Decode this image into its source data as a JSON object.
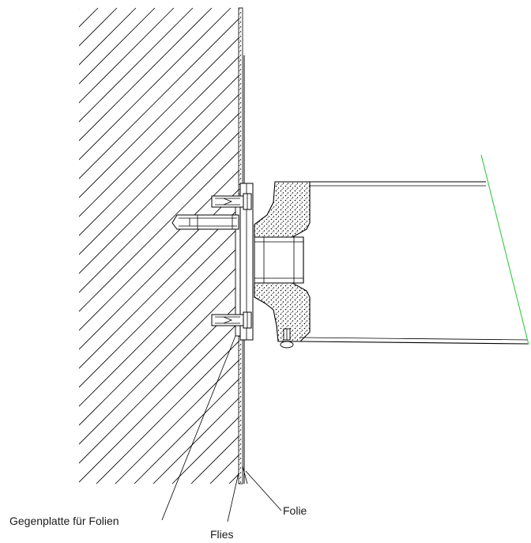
{
  "labels": {
    "gegenplatte": "Gegenplatte für Folien",
    "flies": "Flies",
    "folie": "Folie"
  },
  "colors": {
    "line": "#000000",
    "background": "#ffffff",
    "profile_fill": "#ffffff",
    "green_edge": "#2ecc40"
  }
}
